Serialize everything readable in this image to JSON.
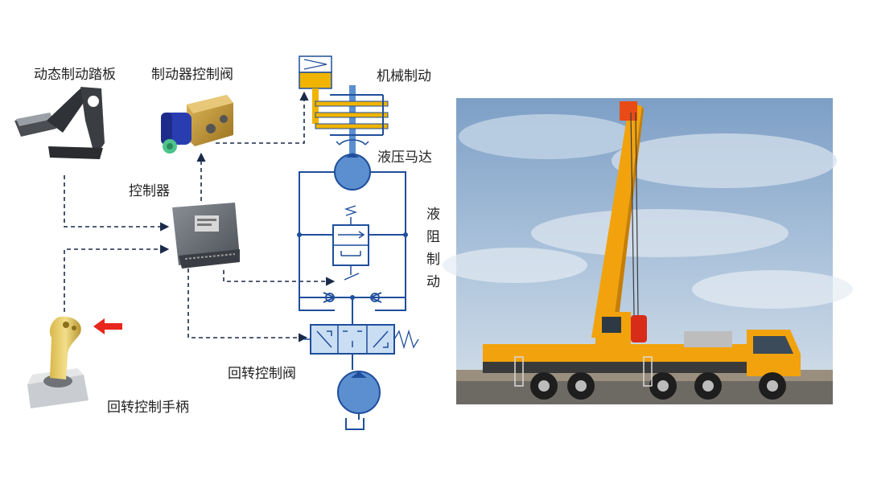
{
  "labels": {
    "brake_pedal": "动态制动踏板",
    "brake_valve": "制动器控制阀",
    "mech_brake": "机械制动",
    "hyd_motor": "液压马达",
    "controller": "控制器",
    "fluid_brake": [
      "液",
      "阻",
      "制",
      "动"
    ],
    "slew_valve": "回转控制阀",
    "slew_handle": "回转控制手柄"
  },
  "colors": {
    "hydraulic_line": "#1f4e9c",
    "component_fill": "#5b8fd0",
    "valve_fill": "#c9def3",
    "mech_brake": "#f0b400",
    "arrow": "#e8261b",
    "signal_line": "#1a2a4a",
    "crane_body": "#f2a20c",
    "sky": "#8fb1d4"
  },
  "icons": {
    "brake_pedal": "brake-pedal-icon",
    "brake_valve": "solenoid-valve-icon",
    "controller": "ecu-controller-icon",
    "slew_handle": "joystick-icon",
    "photo": "mobile-crane-photo"
  }
}
